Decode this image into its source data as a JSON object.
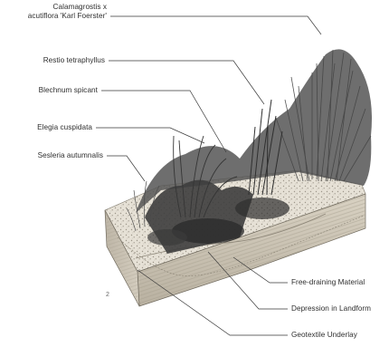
{
  "labels": {
    "calamagrostis_line1": "Calamagrostis x",
    "calamagrostis_line2": "acutiflora 'Karl Foerster'",
    "restio": "Restio tetraphyllus",
    "blechnum": "Blechnum spicant",
    "elegia": "Elegia cuspidata",
    "sesleria": "Sesleria autumnalis",
    "free_draining": "Free-draining Material",
    "depression": "Depression in Landform",
    "geotextile": "Geotextile Underlay"
  },
  "figure_number": "2",
  "colors": {
    "ink": "#2e2e2e",
    "leader": "#3a3a3a",
    "soil_side": "#cfc7b7",
    "soil_top": "#e7e3da",
    "plant_dark": "#3b3b3b",
    "plant_mid": "#6a6a6a",
    "plant_light": "#9a9a9a"
  }
}
